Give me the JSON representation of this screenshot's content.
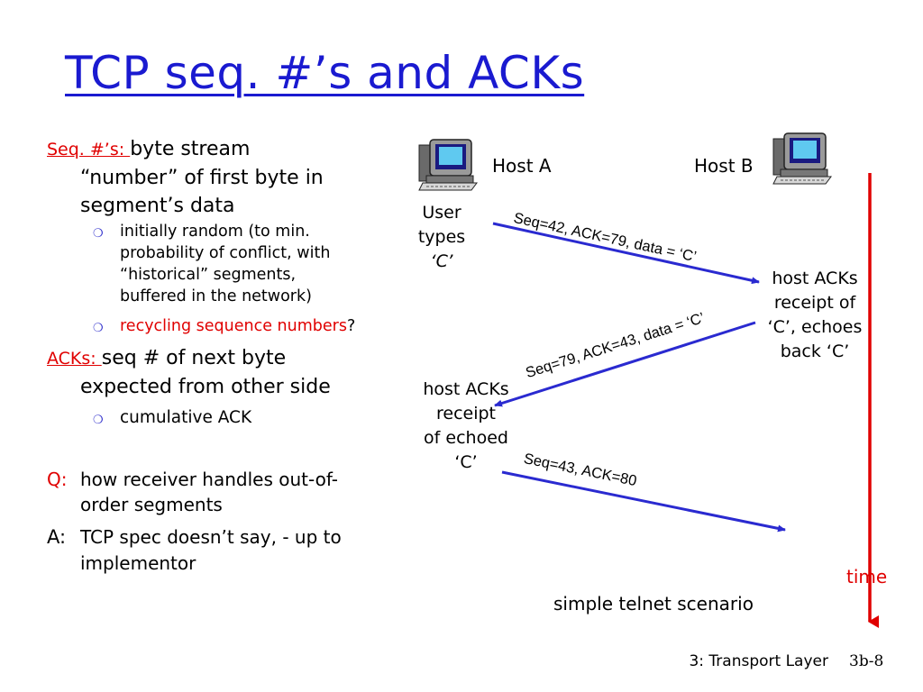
{
  "title": "TCP seq. #’s and ACKs",
  "left": {
    "seq_label": "Seq. #’s: ",
    "seq_text_1": "byte stream",
    "seq_text_2": "“number” of first byte in",
    "seq_text_3": "segment’s data",
    "sub1_lines": [
      "initially random (to min.",
      "probability of conflict, with",
      "“historical” segments,",
      "buffered in the network)"
    ],
    "sub2": "recycling sequence numbers",
    "sub2_q": "?",
    "ack_label": "ACKs: ",
    "ack_text_1": "seq # of next byte",
    "ack_text_2": "expected from other side",
    "ack_sub": "cumulative ACK",
    "q_label": "Q:",
    "q_text_1": "how receiver handles out-of-",
    "q_text_2": "order segments",
    "a_label": "A:",
    "a_text_1": "TCP spec doesn’t say, - up to",
    "a_text_2": "implementor"
  },
  "diagram": {
    "host_a": "Host A",
    "host_b": "Host B",
    "user_types": [
      "User",
      "types",
      "‘C’"
    ],
    "host_acks_b": [
      "host ACKs",
      "receipt of",
      "‘C’, echoes",
      "back ‘C’"
    ],
    "host_acks_a": [
      "host ACKs",
      "receipt",
      "of echoed",
      "‘C’"
    ],
    "msg1": "Seq=42, ACK=79, data = ‘C’",
    "msg2": "Seq=79, ACK=43, data = ‘C’",
    "msg3": "Seq=43, ACK=80",
    "time": "time",
    "caption": "simple telnet scenario",
    "colors": {
      "arrow": "#2a2ad0",
      "time_axis": "#e00000"
    },
    "icons": [
      "computer-icon-host-a",
      "computer-icon-host-b"
    ]
  },
  "footer": {
    "chapter": "3: Transport Layer",
    "page": "3b-8"
  }
}
